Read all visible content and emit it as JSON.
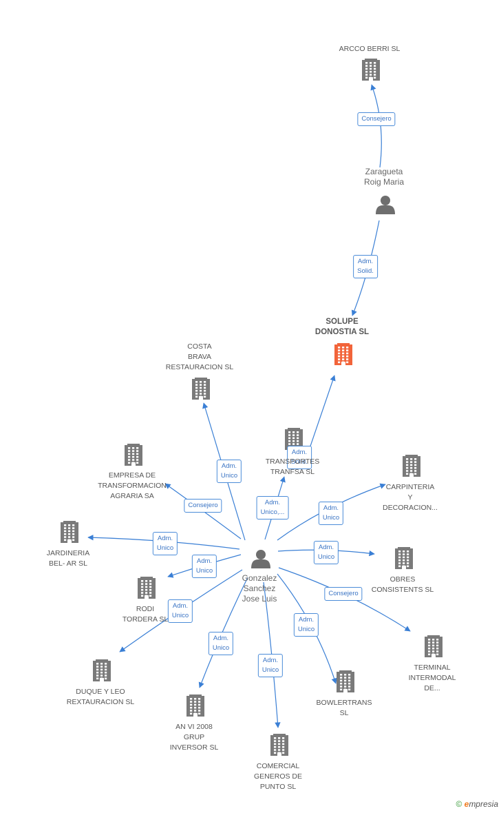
{
  "colors": {
    "edge": "#3a7fd5",
    "node": "#7a7a7a",
    "focus_node": "#f2643a",
    "person": "#6e6e6e"
  },
  "nodes": [
    {
      "id": "arcco",
      "label": "ARCCO BERRI SL",
      "kind": "company"
    },
    {
      "id": "zaragueta",
      "label": "Zaragueta\nRoig Maria",
      "kind": "person"
    },
    {
      "id": "solupe",
      "label": "SOLUPE\nDONOSTIA SL",
      "kind": "focus"
    },
    {
      "id": "costa",
      "label": "COSTA\nBRAVA\nRESTAURACION SL",
      "kind": "company"
    },
    {
      "id": "empresa",
      "label": "EMPRESA DE\nTRANSFORMACION\nAGRARIA SA",
      "kind": "company"
    },
    {
      "id": "transportes",
      "label": "TRANSPORTES\nTRANFSA SL",
      "kind": "company"
    },
    {
      "id": "carpinteria",
      "label": "CARPINTERIA\nY\nDECORACION...",
      "kind": "company"
    },
    {
      "id": "jardineria",
      "label": "JARDINERIA\nBEL- AR  SL",
      "kind": "company"
    },
    {
      "id": "gonzalez",
      "label": "Gonzalez\nSanchez\nJose Luis",
      "kind": "person"
    },
    {
      "id": "obres",
      "label": "OBRES\nCONSISTENTS SL",
      "kind": "company"
    },
    {
      "id": "rodi",
      "label": "RODI\nTORDERA SL",
      "kind": "company"
    },
    {
      "id": "terminal",
      "label": "TERMINAL\nINTERMODAL\nDE...",
      "kind": "company"
    },
    {
      "id": "duque",
      "label": "DUQUE Y LEO\nREXTAURACION SL",
      "kind": "company"
    },
    {
      "id": "anvi",
      "label": "AN VI 2008\nGRUP\nINVERSOR SL",
      "kind": "company"
    },
    {
      "id": "bowlertrans",
      "label": "BOWLERTRANS\nSL",
      "kind": "company"
    },
    {
      "id": "comercial",
      "label": "COMERCIAL\nGENEROS DE\nPUNTO SL",
      "kind": "company"
    }
  ],
  "edges": [
    {
      "from": "zaragueta",
      "to": "arcco",
      "label": "Consejero"
    },
    {
      "from": "zaragueta",
      "to": "solupe",
      "label": "Adm.\nSolid."
    },
    {
      "from": "gonzalez",
      "to": "solupe",
      "label": "Adm.\nSolid."
    },
    {
      "from": "gonzalez",
      "to": "costa",
      "label": "Adm.\nUnico"
    },
    {
      "from": "gonzalez",
      "to": "empresa",
      "label": "Consejero"
    },
    {
      "from": "gonzalez",
      "to": "transportes",
      "label": "Adm.\nUnico,..."
    },
    {
      "from": "gonzalez",
      "to": "carpinteria",
      "label": "Adm.\nUnico"
    },
    {
      "from": "gonzalez",
      "to": "jardineria",
      "label": "Adm.\nUnico"
    },
    {
      "from": "gonzalez",
      "to": "obres",
      "label": "Adm.\nUnico"
    },
    {
      "from": "gonzalez",
      "to": "rodi",
      "label": "Adm.\nUnico"
    },
    {
      "from": "gonzalez",
      "to": "terminal",
      "label": "Consejero"
    },
    {
      "from": "gonzalez",
      "to": "duque",
      "label": "Adm.\nUnico"
    },
    {
      "from": "gonzalez",
      "to": "anvi",
      "label": "Adm.\nUnico"
    },
    {
      "from": "gonzalez",
      "to": "bowlertrans",
      "label": "Adm.\nUnico"
    },
    {
      "from": "gonzalez",
      "to": "comercial",
      "label": "Adm.\nUnico"
    }
  ],
  "footer": {
    "copyright": "©",
    "brand_initial": "e",
    "brand_rest": "mpresia"
  }
}
